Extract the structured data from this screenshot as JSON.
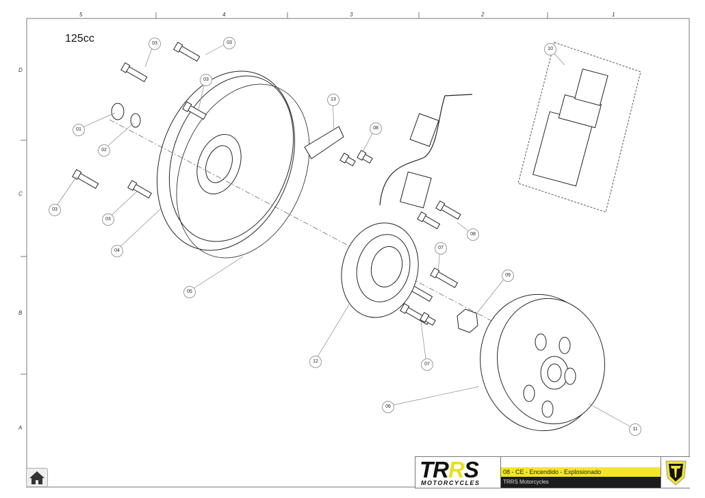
{
  "drawing": {
    "title": "125cc",
    "column_labels": [
      "5",
      "4",
      "3",
      "2",
      "1"
    ],
    "row_labels": [
      "D",
      "C",
      "B",
      "A"
    ],
    "callouts": [
      "03",
      "03",
      "03",
      "01",
      "02",
      "03",
      "03",
      "04",
      "05",
      "13",
      "08",
      "08",
      "10",
      "07",
      "09",
      "07",
      "12",
      "06",
      "11"
    ]
  },
  "title_block": {
    "logo_text": "TRRS",
    "logo_subtext": "MOTORCYCLES",
    "document_name": "08 - CE - Encendido - Explosionado",
    "company": "TRRS Motorcycles"
  },
  "colors": {
    "accent": "#f4e52a",
    "dark": "#1c1c1c"
  },
  "home_icon": "home-icon"
}
